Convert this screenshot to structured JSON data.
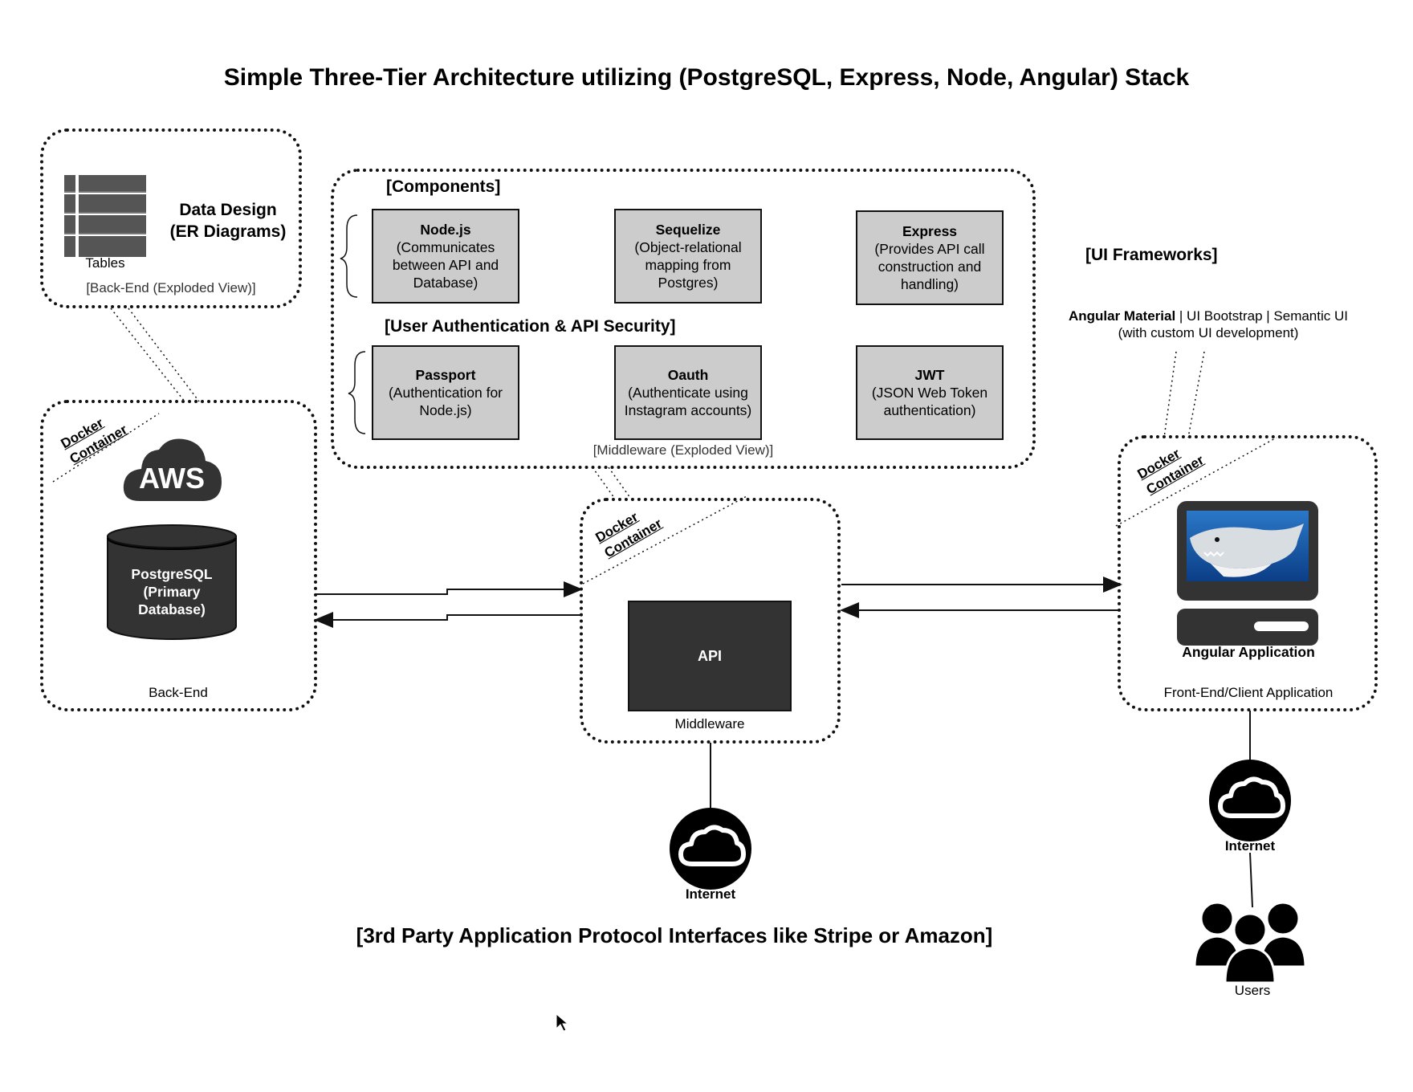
{
  "title": "Simple Three-Tier Architecture utilizing (PostgreSQL, Express, Node, Angular) Stack",
  "data_design": {
    "heading_line1": "Data Design",
    "heading_line2": "(ER Diagrams)",
    "tables_label": "Tables",
    "caption": "[Back-End (Exploded View)]"
  },
  "middleware_exploded": {
    "components_heading": "[Components]",
    "security_heading": "[User Authentication & API Security]",
    "caption": "[Middleware (Exploded View)]",
    "components": [
      {
        "name": "Node.js",
        "desc": "(Communicates between API and Database)"
      },
      {
        "name": "Sequelize",
        "desc": "(Object-relational mapping from Postgres)"
      },
      {
        "name": "Express",
        "desc": "(Provides API call construction and handling)"
      }
    ],
    "security": [
      {
        "name": "Passport",
        "desc": "(Authentication for Node.js)"
      },
      {
        "name": "Oauth",
        "desc": "(Authenticate using Instagram accounts)"
      },
      {
        "name": "JWT",
        "desc": "(JSON Web Token authentication)"
      }
    ]
  },
  "ui_frameworks": {
    "heading": "[UI Frameworks]",
    "primary": "Angular Material",
    "rest": " | UI Bootstrap | Semantic UI",
    "note": "(with custom UI development)"
  },
  "docker_label_line1": "Docker",
  "docker_label_line2": "Container",
  "backend": {
    "aws_label": "AWS",
    "db_line1": "PostgreSQL",
    "db_line2": "(Primary",
    "db_line3": "Database)",
    "caption": "Back-End"
  },
  "middleware": {
    "api_label": "API",
    "caption": "Middleware"
  },
  "frontend": {
    "app_label": "Angular Application",
    "caption": "Front-End/Client Application"
  },
  "internet_label": "Internet",
  "users_label": "Users",
  "third_party": "[3rd Party Application Protocol Interfaces like Stripe or Amazon]",
  "colors": {
    "component_fill": "#cccccc",
    "dark_fill": "#333333",
    "line": "#111111"
  },
  "icons": [
    "table-icon",
    "aws-cloud-icon",
    "database-cylinder-icon",
    "computer-icon",
    "cloud-icon",
    "users-icon",
    "mouse-cursor-icon"
  ]
}
